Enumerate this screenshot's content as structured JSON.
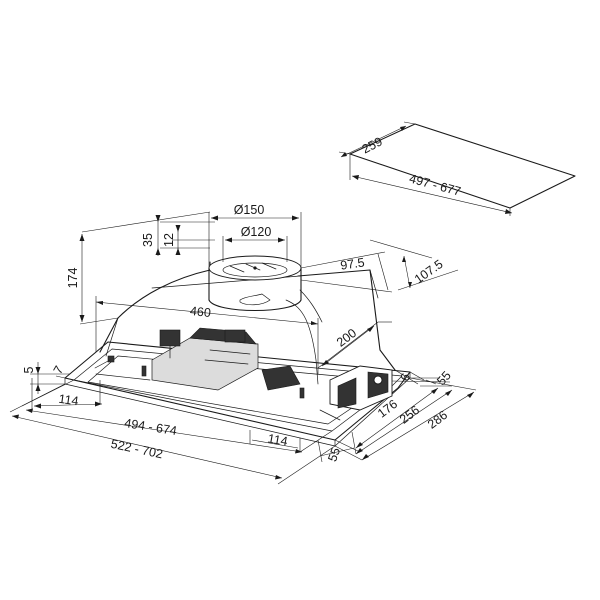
{
  "drawing": {
    "cutout": {
      "depth": "259",
      "width": "497 - 677"
    },
    "outlet": {
      "outer_diameter": "Ø150",
      "inner_diameter": "Ø120",
      "spigot_offset": "35",
      "spigot_height": "12",
      "spigot_depth": "97.5",
      "spigot_depth_total": "107.5"
    },
    "body": {
      "height": "174",
      "body_width": "460",
      "body_depth": "200"
    },
    "frame": {
      "flange_height": "5",
      "flange_margin": "7",
      "right_margin": "6",
      "right_flange": "55",
      "left_offset": "114",
      "inner_width": "494 - 674",
      "bottom_offset": "114",
      "overall_width": "522 - 702",
      "front_flange": "55",
      "depth_176": "176",
      "depth_256": "256",
      "depth_286": "286"
    }
  }
}
